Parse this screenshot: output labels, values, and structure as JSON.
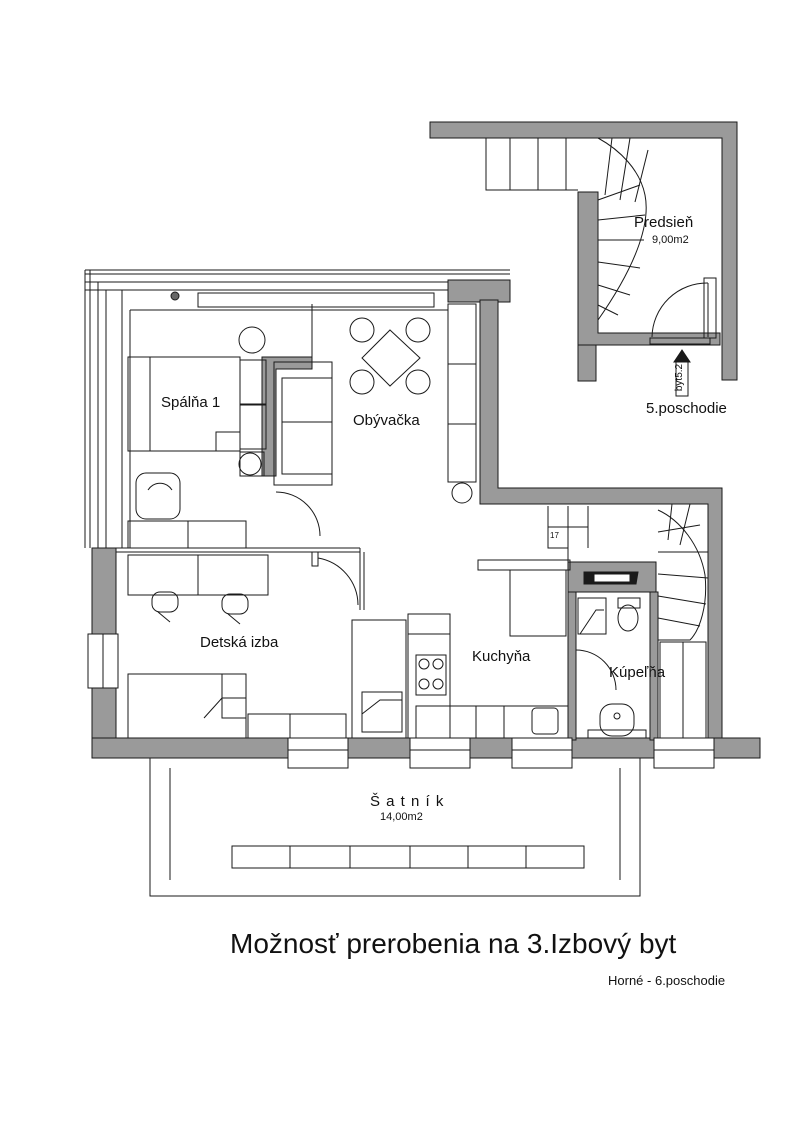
{
  "rooms": {
    "predsien": {
      "name": "Predsieň",
      "area": "9,00m2"
    },
    "spalna": {
      "name": "Spálňa 1"
    },
    "obyvacka": {
      "name": "Obývačka"
    },
    "detska": {
      "name": "Detská izba"
    },
    "kuchyna": {
      "name": "Kuchyňa"
    },
    "kupelna": {
      "name": "Kúpeľňa"
    },
    "satnik": {
      "name": "Š a t n í k",
      "area": "14,00m2"
    }
  },
  "labels": {
    "floor_below": "5.poschodie",
    "apartment_tag": "byt5.2",
    "stair_number": "17"
  },
  "title": "Možnosť prerobenia na 3.Izbový byt",
  "subtitle": "Horné - 6.poschodie",
  "colors": {
    "wall": "#9a9a9a",
    "line": "#1a1a1a"
  }
}
